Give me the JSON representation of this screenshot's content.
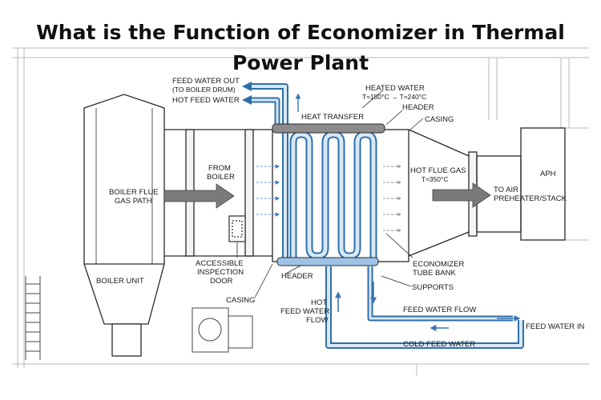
{
  "title": {
    "line1": "What is the Function of Economizer in Thermal",
    "line2": "Power Plant"
  },
  "labels": {
    "feed_water_out_1": "FEED WATER OUT",
    "feed_water_out_2": "(TO BOILER DRUM)",
    "hot_feed_water_top": "HOT FEED WATER",
    "heated_water": "HEATED WATER",
    "heated_water_temp": "T≈150°C → T≈240°C",
    "heat_transfer": "HEAT TRANSFER",
    "header_top": "HEADER",
    "casing_top": "CASING",
    "from_boiler_1": "FROM",
    "from_boiler_2": "BOILER",
    "hot_flue_gas": "HOT FLUE GAS",
    "hot_flue_gas_temp": "T≈350°C",
    "to_air_1": "TO AIR",
    "to_air_2": "PREHEATER/STACK",
    "aph": "APH",
    "boiler_flue_1": "BOILER FLUE",
    "boiler_flue_2": "GAS PATH",
    "accessible_1": "ACCESSIBLE",
    "accessible_2": "INSPECTION",
    "accessible_3": "DOOR",
    "economizer_1": "ECONOMIZER",
    "economizer_2": "TUBE BANK",
    "header_bottom": "HEADER",
    "supports": "SUPPORTS",
    "boiler_unit": "BOILER UNIT",
    "casing_bottom": "CASING",
    "hot_feed_1": "HOT",
    "hot_feed_2": "FEED WATER",
    "hot_feed_3": "FLOW",
    "feed_water_flow": "FEED WATER FLOW",
    "feed_water_in": "FEED WATER IN",
    "cold_feed_water": "COLD FEED WATER"
  },
  "colors": {
    "line": "#2a2a2a",
    "light_line": "#9a9a9a",
    "pipe_blue": "#9ec3e6",
    "pipe_blue_dark": "#2f6fa8",
    "arrow_blue": "#3a74b3",
    "arrow_gray": "#707070",
    "header_gray": "#8c8c8c",
    "dashed_blue": "#6f98c4"
  }
}
